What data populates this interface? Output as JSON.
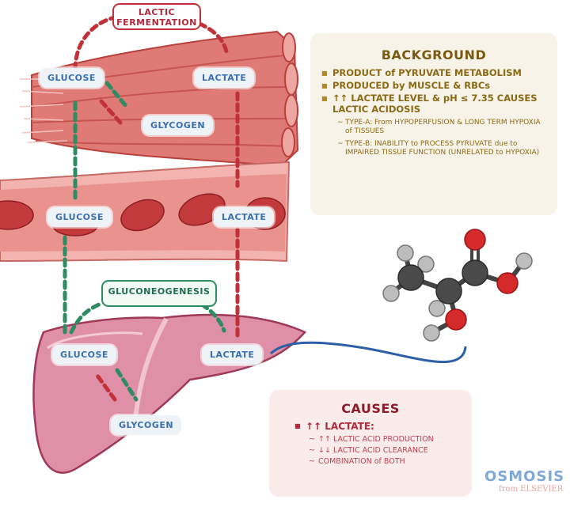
{
  "diagram": {
    "title": "Lactate (Cori Cycle)",
    "processes": {
      "lactic_fermentation": "LACTIC FERMENTATION",
      "gluconeogenesis": "GLUCONEOGENESIS"
    },
    "muscle": {
      "glucose": "GLUCOSE",
      "lactate": "LACTATE",
      "glycogen": "GLYCOGEN"
    },
    "blood": {
      "glucose": "GLUCOSE",
      "lactate": "LACTATE"
    },
    "liver": {
      "glucose": "GLUCOSE",
      "lactate": "LACTATE",
      "glycogen": "GLYCOGEN"
    },
    "colors": {
      "green_arrow": "#2e8b62",
      "red_arrow": "#c0313a",
      "label_text": "#3a6fb0",
      "muscle": "#d9605f",
      "liver": "#d67d96"
    }
  },
  "background": {
    "title": "BACKGROUND",
    "bullets": [
      "PRODUCT of PYRUVATE METABOLISM",
      "PRODUCED by MUSCLE & RBCs",
      "↑↑ LACTATE LEVEL & pH ≤ 7.35 CAUSES LACTIC ACIDOSIS"
    ],
    "sub": [
      "TYPE-A: From HYPOPERFUSION & LONG TERM HYPOXIA of TISSUES",
      "TYPE-B: INABILITY to PROCESS PYRUVATE due to IMPAIRED TISSUE FUNCTION (UNRELATED to HYPOXIA)"
    ]
  },
  "causes": {
    "title": "CAUSES",
    "bullet": "↑↑ LACTATE:",
    "sub": [
      "↑↑ LACTIC ACID PRODUCTION",
      "↓↓ LACTIC ACID CLEARANCE",
      "COMBINATION of BOTH"
    ]
  },
  "branding": {
    "name": "OSMOSIS",
    "sub": "from ELSEVIER"
  }
}
